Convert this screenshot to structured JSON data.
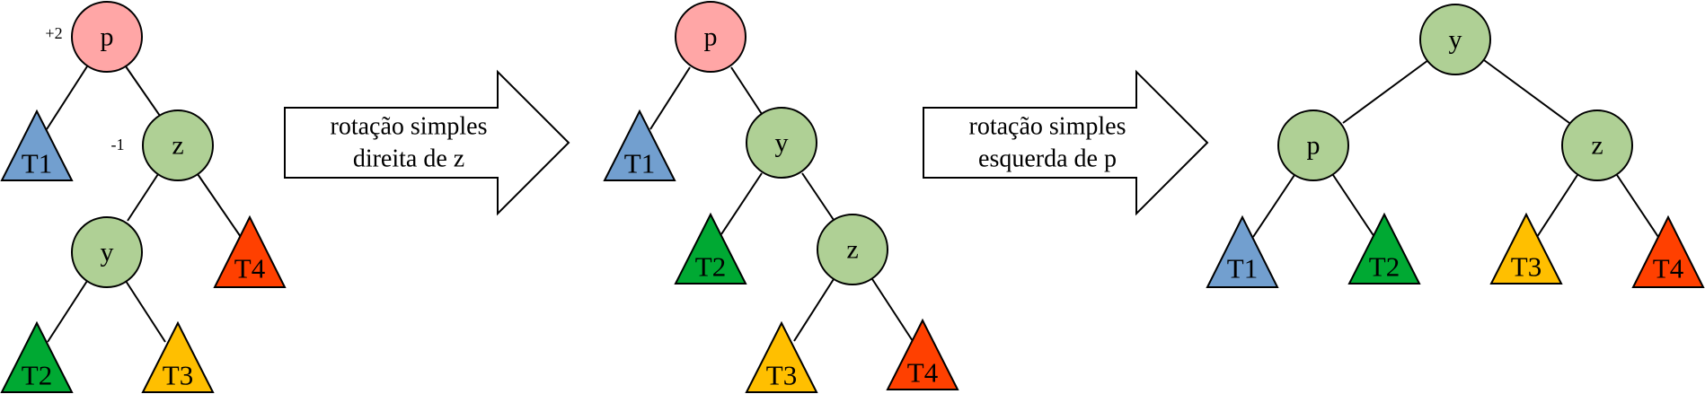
{
  "colors": {
    "node_p_pink": "#ffa6a6",
    "node_green": "#afd095",
    "t1_blue": "#729fcf",
    "t2_green": "#00a933",
    "t3_yellow": "#ffbf00",
    "t4_red": "#ff4000",
    "arrow_fill": "#ffffff"
  },
  "diagram1": {
    "balance_p": "+2",
    "balance_z": "-1",
    "nodes": {
      "p": "p",
      "z": "z",
      "y": "y"
    },
    "subtrees": {
      "t1": "T1",
      "t2": "T2",
      "t3": "T3",
      "t4": "T4"
    }
  },
  "arrow1": {
    "line1": "rotação simples",
    "line2": "direita de z"
  },
  "diagram2": {
    "nodes": {
      "p": "p",
      "y": "y",
      "z": "z"
    },
    "subtrees": {
      "t1": "T1",
      "t2": "T2",
      "t3": "T3",
      "t4": "T4"
    }
  },
  "arrow2": {
    "line1": "rotação simples",
    "line2": "esquerda de p"
  },
  "diagram3": {
    "nodes": {
      "y": "y",
      "p": "p",
      "z": "z"
    },
    "subtrees": {
      "t1": "T1",
      "t2": "T2",
      "t3": "T3",
      "t4": "T4"
    }
  }
}
